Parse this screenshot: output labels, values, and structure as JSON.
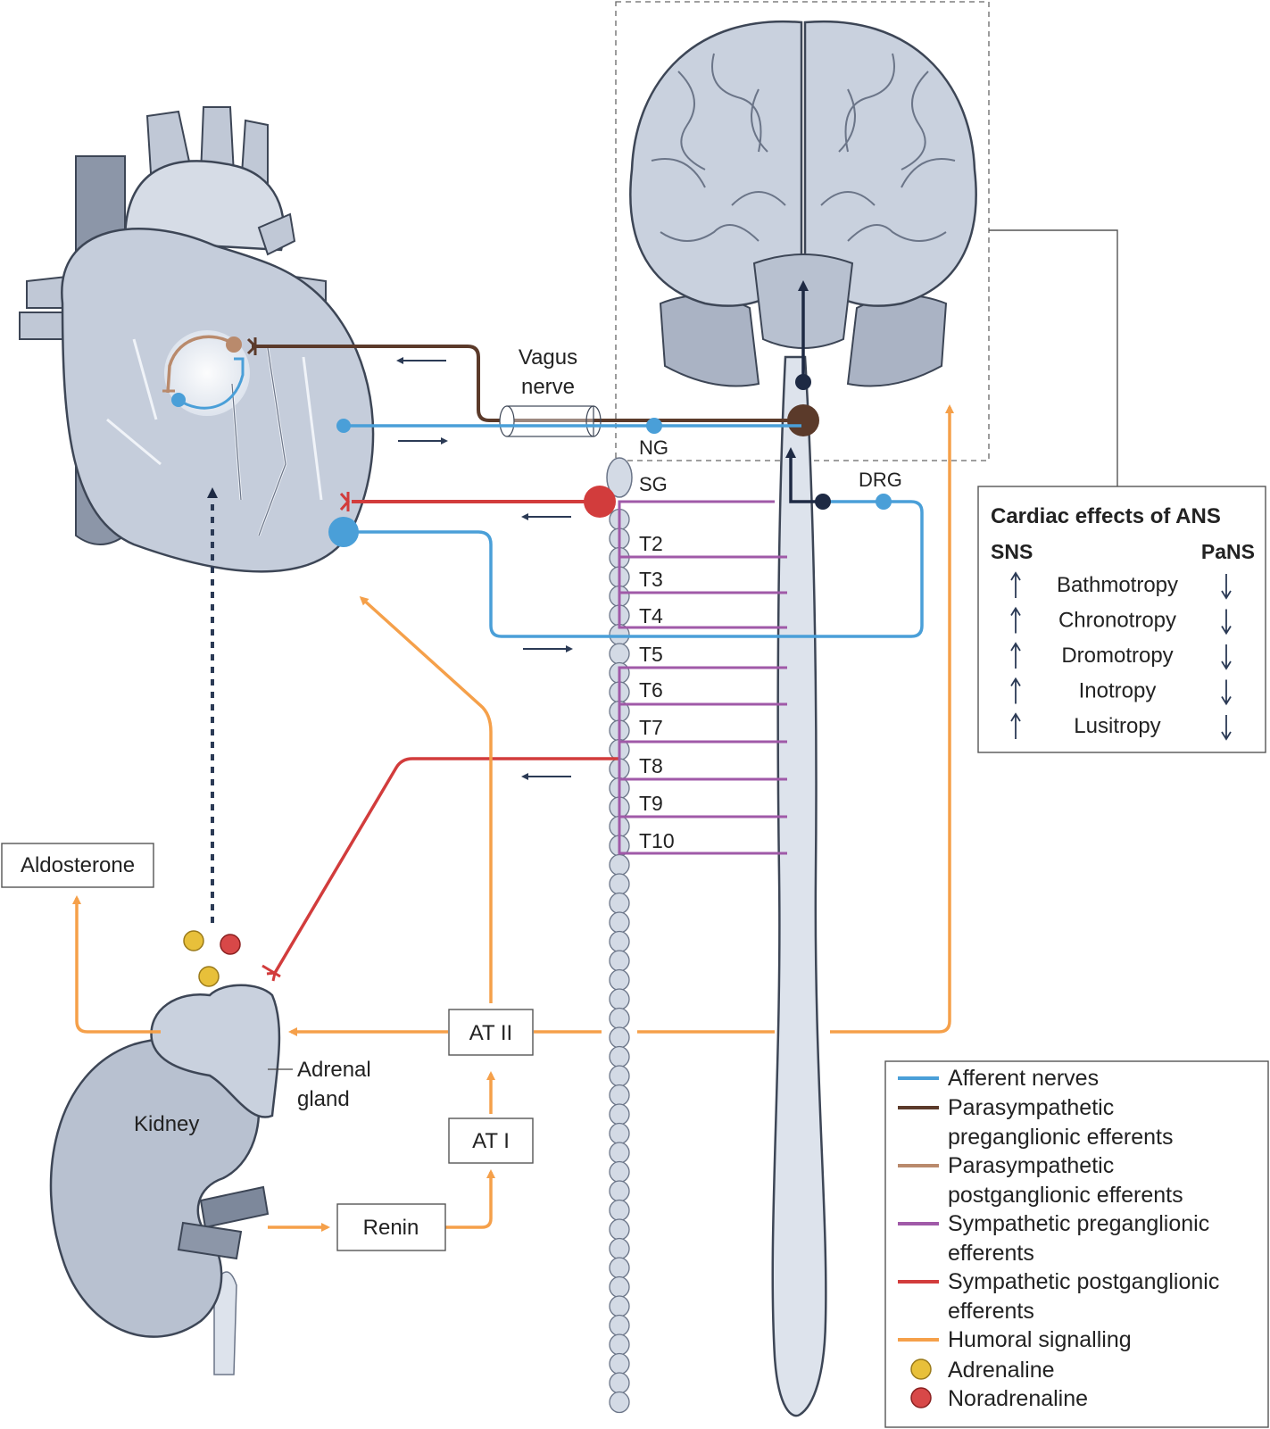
{
  "labels": {
    "vagus": "Vagus",
    "nerve": "nerve",
    "ng": "NG",
    "sg": "SG",
    "drg": "DRG",
    "aldosterone": "Aldosterone",
    "at2": "AT II",
    "at1": "AT I",
    "renin": "Renin",
    "kidney": "Kidney",
    "adrenal1": "Adrenal",
    "adrenal2": "gland"
  },
  "segments": [
    "T2",
    "T3",
    "T4",
    "T5",
    "T6",
    "T7",
    "T8",
    "T9",
    "T10"
  ],
  "effects": {
    "title": "Cardiac effects of ANS",
    "sns": "SNS",
    "pans": "PaNS",
    "items": [
      "Bathmotropy",
      "Chronotropy",
      "Dromotropy",
      "Inotropy",
      "Lusitropy"
    ]
  },
  "legend": {
    "l0": "Afferent nerves",
    "l1a": "Parasympathetic",
    "l1b": "preganglionic efferents",
    "l2a": "Parasympathetic",
    "l2b": "postganglionic efferents",
    "l3a": "Sympathetic preganglionic",
    "l3b": "efferents",
    "l4a": "Sympathetic postganglionic",
    "l4b": "efferents",
    "l5": "Humoral signalling",
    "l6": "Adrenaline",
    "l7": "Noradrenaline"
  },
  "colors": {
    "afferent": "#4a9fd8",
    "para_pre": "#5b3a2a",
    "para_post": "#b98a6c",
    "symp_pre": "#a05aa8",
    "symp_post": "#d23c3c",
    "humoral": "#f5a04a",
    "adrenaline": "#e8c03a",
    "noradrenaline": "#d84848",
    "organ": "#c9d1de",
    "outline": "#3d4656"
  }
}
